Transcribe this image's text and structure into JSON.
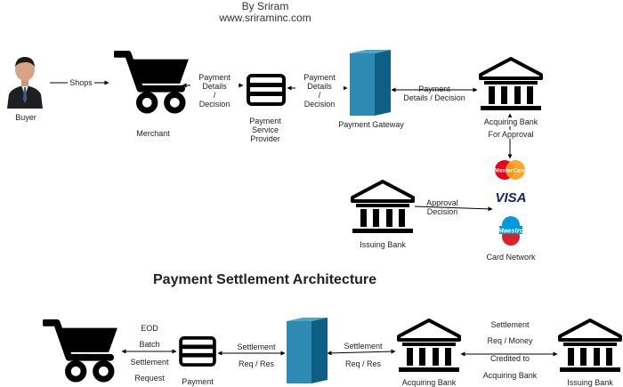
{
  "header": {
    "author": "By Sriram",
    "site": "www.sriraminc.com"
  },
  "flow": {
    "buyer": "Buyer",
    "shops": "Shops",
    "merchant": "Merchant",
    "m_psp_1": "Payment",
    "m_psp_2": "Details",
    "m_psp_3": "/",
    "m_psp_4": "Decision",
    "psp_1": "Payment",
    "psp_2": "Service",
    "psp_3": "Provider",
    "psp_gw_1": "Payment",
    "psp_gw_2": "Details",
    "psp_gw_3": "/",
    "psp_gw_4": "Decision",
    "gateway": "Payment Gateway",
    "gw_acq_1": "Payment",
    "gw_acq_2": "Details / Decision",
    "acquiring": "Acquiring Bank",
    "for_approval": "For Approval",
    "mastercard": "MasterCard",
    "visa": "VISA",
    "maestro": "Maestro",
    "card_network": "Card Network",
    "approval_1": "Approval",
    "approval_2": "Decision",
    "issuing": "Issuing Bank"
  },
  "settlement": {
    "title": "Payment Settlement Architecture",
    "eod": "EOD",
    "batch": "Batch",
    "settle": "Settlement",
    "request": "Request",
    "payment_cut": "Payment",
    "l1_1": "Settlement",
    "l1_2": "Req / Res",
    "l2_1": "Settlement",
    "l2_2": "Req / Res",
    "acq_cut": "Acquiring Bank",
    "r_1": "Settlement",
    "r_2": "Req / Money",
    "r_3": "Credited to",
    "r_4": "Acquiring Bank",
    "iss_cut": "Issuing Bank"
  },
  "colors": {
    "gateway_light": "#2d8ab3",
    "gateway_dark": "#0e5f86",
    "mastercard_red": "#eb001b",
    "mastercard_orange": "#f79e1b",
    "visa_blue": "#1a1f71",
    "maestro_blue": "#0099df",
    "maestro_red": "#d8232a"
  },
  "icons": [
    "person-icon",
    "cart-icon",
    "card-icon",
    "server-icon",
    "bank-icon"
  ]
}
